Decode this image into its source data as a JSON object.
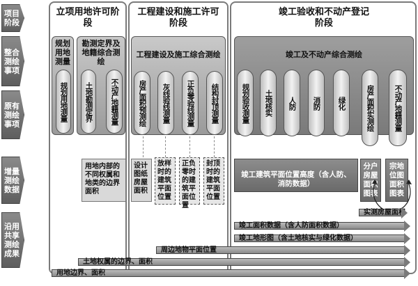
{
  "rows": {
    "stage": "项目阶段",
    "integrated": "整合测绘事项",
    "original": "原有测绘事项",
    "incremental": "增量测绘数据",
    "shared": "沿用共享测绘成果"
  },
  "stages": [
    {
      "title": "立项用地许可阶段"
    },
    {
      "title": "工程建设和施工许可阶段"
    },
    {
      "title": "竣工验收和不动产登记阶段"
    }
  ],
  "stage1": {
    "banner_a": "规划用地测量",
    "banner_b": "勘测定界及地籍综合测绘",
    "items": [
      "规划用地测量",
      "土地勘测定界",
      "不动产地籍测量"
    ],
    "data_box": "用地内部的不同权属和地类的边界面积"
  },
  "stage2": {
    "banner": "工程建设及施工综合测绘",
    "items": [
      "房产面积预测绘",
      "灰线验线测量",
      "正负零验线测量",
      "结构封顶测量"
    ],
    "data_boxes": [
      "设计图纸房屋面积",
      "放样时的建筑平面位置",
      "正负零时的建筑平面位置",
      "封顶时的建筑平面位置"
    ]
  },
  "stage3": {
    "banner": "竣工及不动产综合测绘",
    "items": [
      "规划验收测量",
      "土地核实",
      "人防",
      "消防",
      "绿化",
      "房产面积实测绘",
      "不动产地籍测量"
    ],
    "data_main": "竣工建筑平面位置高度（含人防、消防数据）",
    "data_unit": "分户房屋面积图表",
    "data_parcel": "宗地位图面积图表"
  },
  "shared_bars": [
    "实测房屋面积",
    "竣工面积数据（含人防面积数据）",
    "竣工地形图（含土地核实与绿化数据）",
    "周边地物平面位置",
    "土地权属的边界、面积",
    "用地边界、面积"
  ]
}
